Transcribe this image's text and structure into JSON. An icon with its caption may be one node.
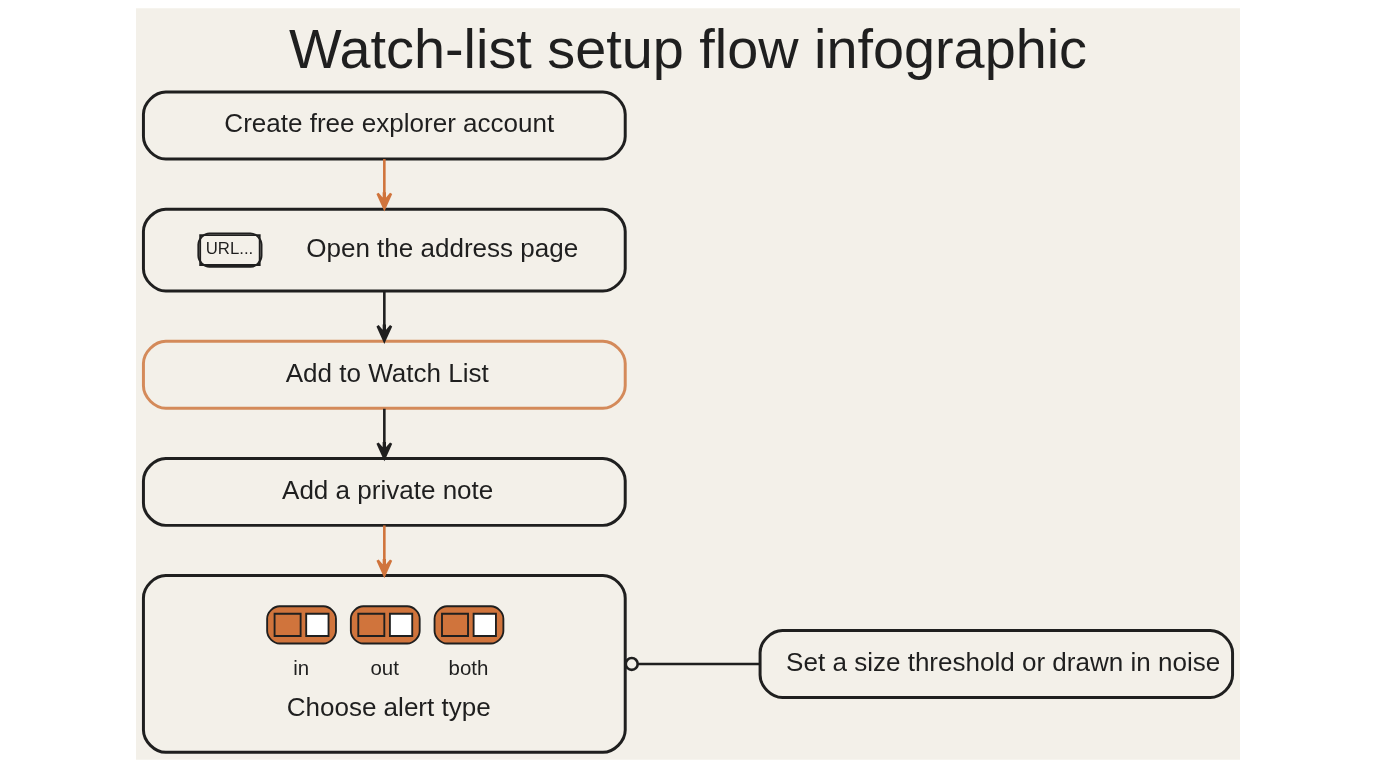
{
  "diagram": {
    "title": "Watch-list setup flow infographic",
    "nodes": [
      {
        "text": [
          "Create free explorer account"
        ]
      },
      {
        "text": [
          "URL...",
          "Open the address page"
        ]
      },
      {
        "text": [
          "Add to Watch List"
        ]
      },
      {
        "text": [
          "Add a private note"
        ]
      },
      {
        "text": [
          "in",
          "out",
          "both",
          "Choose alert type"
        ]
      },
      {
        "text": [
          "Set a size threshold or drawn in noise"
        ]
      }
    ],
    "edges": [
      {
        "from": 0,
        "to": 1,
        "arrow": "to",
        "color": "#d0743c"
      },
      {
        "from": 1,
        "to": 2,
        "arrow": "to"
      },
      {
        "from": 2,
        "to": 3,
        "arrow": "to"
      },
      {
        "from": 3,
        "to": 4,
        "arrow": "to",
        "color": "#d0743c"
      },
      {
        "from": 4,
        "to": 5,
        "arrow": "other"
      }
    ]
  }
}
